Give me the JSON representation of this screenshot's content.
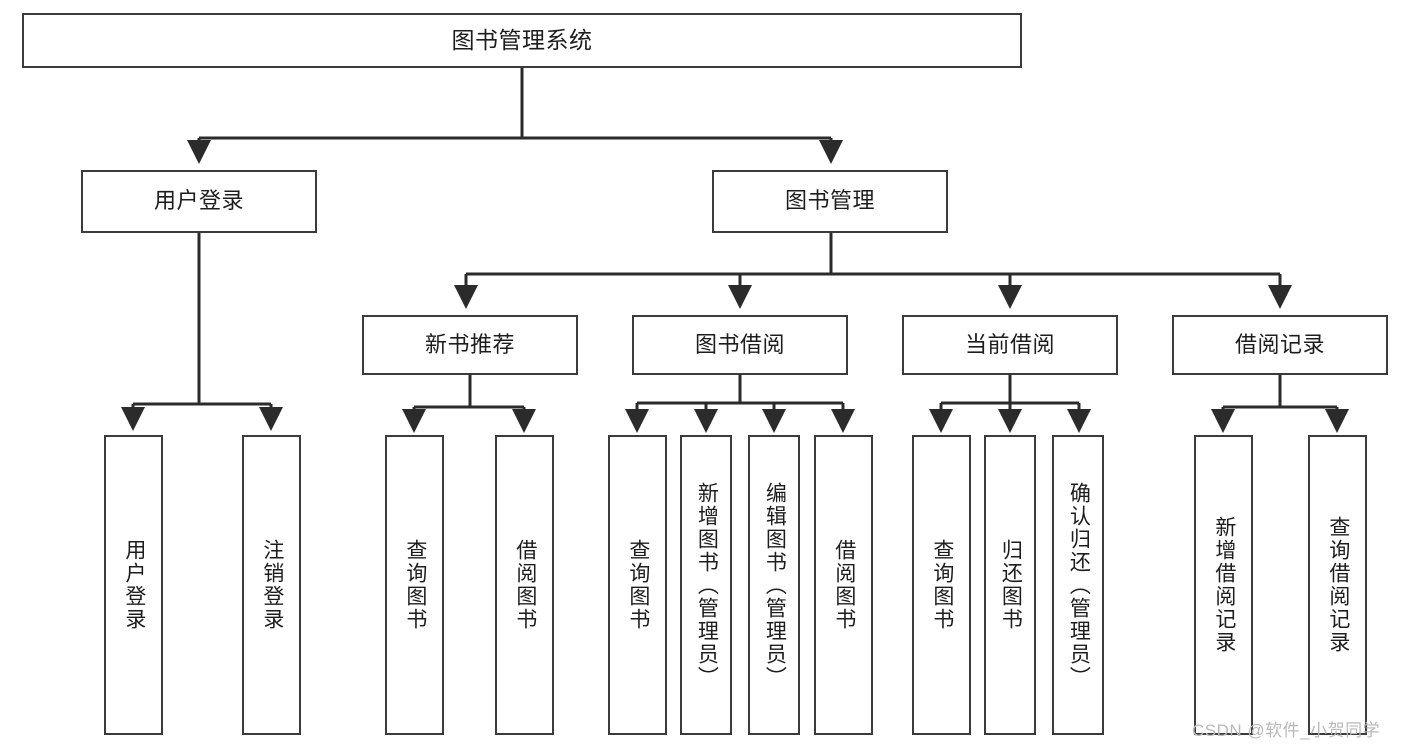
{
  "diagram": {
    "title": "图书管理系统",
    "type": "hierarchy-tree",
    "colors": {
      "box_border": "#3b3b3b",
      "box_fill": "#ffffff",
      "text": "#1d1d1d",
      "connector": "#2b2b2b",
      "watermark": "#b9b9b9"
    },
    "levels": {
      "root": {
        "label": "图书管理系统"
      },
      "level1": [
        {
          "label": "用户登录"
        },
        {
          "label": "图书管理"
        }
      ],
      "level2": [
        {
          "label": "新书推荐"
        },
        {
          "label": "图书借阅"
        },
        {
          "label": "当前借阅"
        },
        {
          "label": "借阅记录"
        }
      ],
      "leaves": {
        "user_login": [
          {
            "label": "用户登录"
          },
          {
            "label": "注销登录"
          }
        ],
        "new_book_recommend": [
          {
            "label": "查询图书"
          },
          {
            "label": "借阅图书"
          }
        ],
        "book_borrow": [
          {
            "label": "查询图书"
          },
          {
            "label": "新增图书（管理员）"
          },
          {
            "label": "编辑图书（管理员）"
          },
          {
            "label": "借阅图书"
          }
        ],
        "current_borrow": [
          {
            "label": "查询图书"
          },
          {
            "label": "归还图书"
          },
          {
            "label": "确认归还（管理员）"
          }
        ],
        "borrow_record": [
          {
            "label": "新增借阅记录"
          },
          {
            "label": "查询借阅记录"
          }
        ]
      }
    },
    "watermark": "CSDN @软件_小贺同学"
  }
}
